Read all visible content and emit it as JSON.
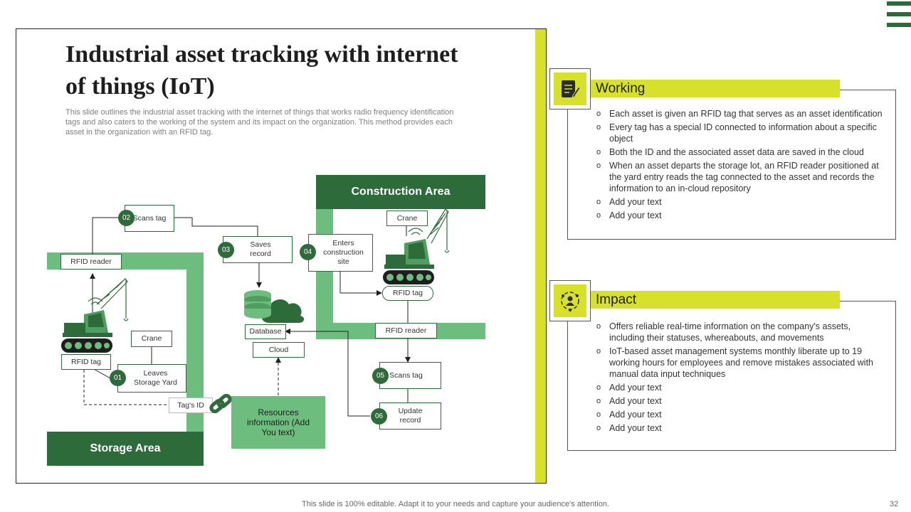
{
  "slide": {
    "title": "Industrial asset tracking with internet of things (IoT)",
    "description": "This slide outlines the industrial asset tracking with the internet of things that works radio frequency identification tags and also caters to the working of the system and its impact on the organization. This method provides each asset in the organization with an RFID tag.",
    "footer": "This slide is 100% editable. Adapt it to your needs and capture your audience's attention.",
    "page_number": "32"
  },
  "diagram": {
    "storage_area": "Storage Area",
    "construction_area": "Construction Area",
    "rfid_reader_left": "RFID  reader",
    "rfid_tag_left": "RFID  tag",
    "crane_left": "Crane",
    "crane_right": "Crane",
    "tags_id": "Tag's ID",
    "database": "Database",
    "cloud": "Cloud",
    "resources": "Resources information (Add You text)",
    "rfid_tag_right": "RFID  tag",
    "rfid_reader_right": "RFID  reader",
    "steps": [
      {
        "num": "01",
        "label": "Leaves Storage Yard"
      },
      {
        "num": "02",
        "label": "Scans tag"
      },
      {
        "num": "03",
        "label": "Saves record"
      },
      {
        "num": "04",
        "label": "Enters construction site"
      },
      {
        "num": "05",
        "label": "Scans tag"
      },
      {
        "num": "06",
        "label": "Update record"
      }
    ]
  },
  "working": {
    "heading": "Working",
    "icon": "notepad-pencil-icon",
    "items": [
      "Each asset is given  an RFID tag that serves as an asset identification",
      "Every tag has a special ID connected to information  about  a specific object",
      "Both the ID and the associated asset data are saved  in the cloud",
      "When an asset departs the storage lot, an RFID reader positioned at the yard entry reads the tag connected to the asset and records the information to an in-cloud repository",
      "Add your text",
      "Add your text"
    ]
  },
  "impact": {
    "heading": "Impact",
    "icon": "people-network-icon",
    "items": [
      "Offers reliable real-time information on the company's assets, including their statuses, whereabouts,  and movements",
      "IoT-based  asset management  systems monthly liberate up to 19 working hours for employees and remove  mistakes associated with manual data input techniques",
      "Add your text",
      "Add your text",
      "Add your text",
      "Add your text"
    ]
  },
  "colors": {
    "dark_green": "#2e6b3a",
    "light_green": "#6dbd7e",
    "accent_yellow": "#d8e12a"
  }
}
